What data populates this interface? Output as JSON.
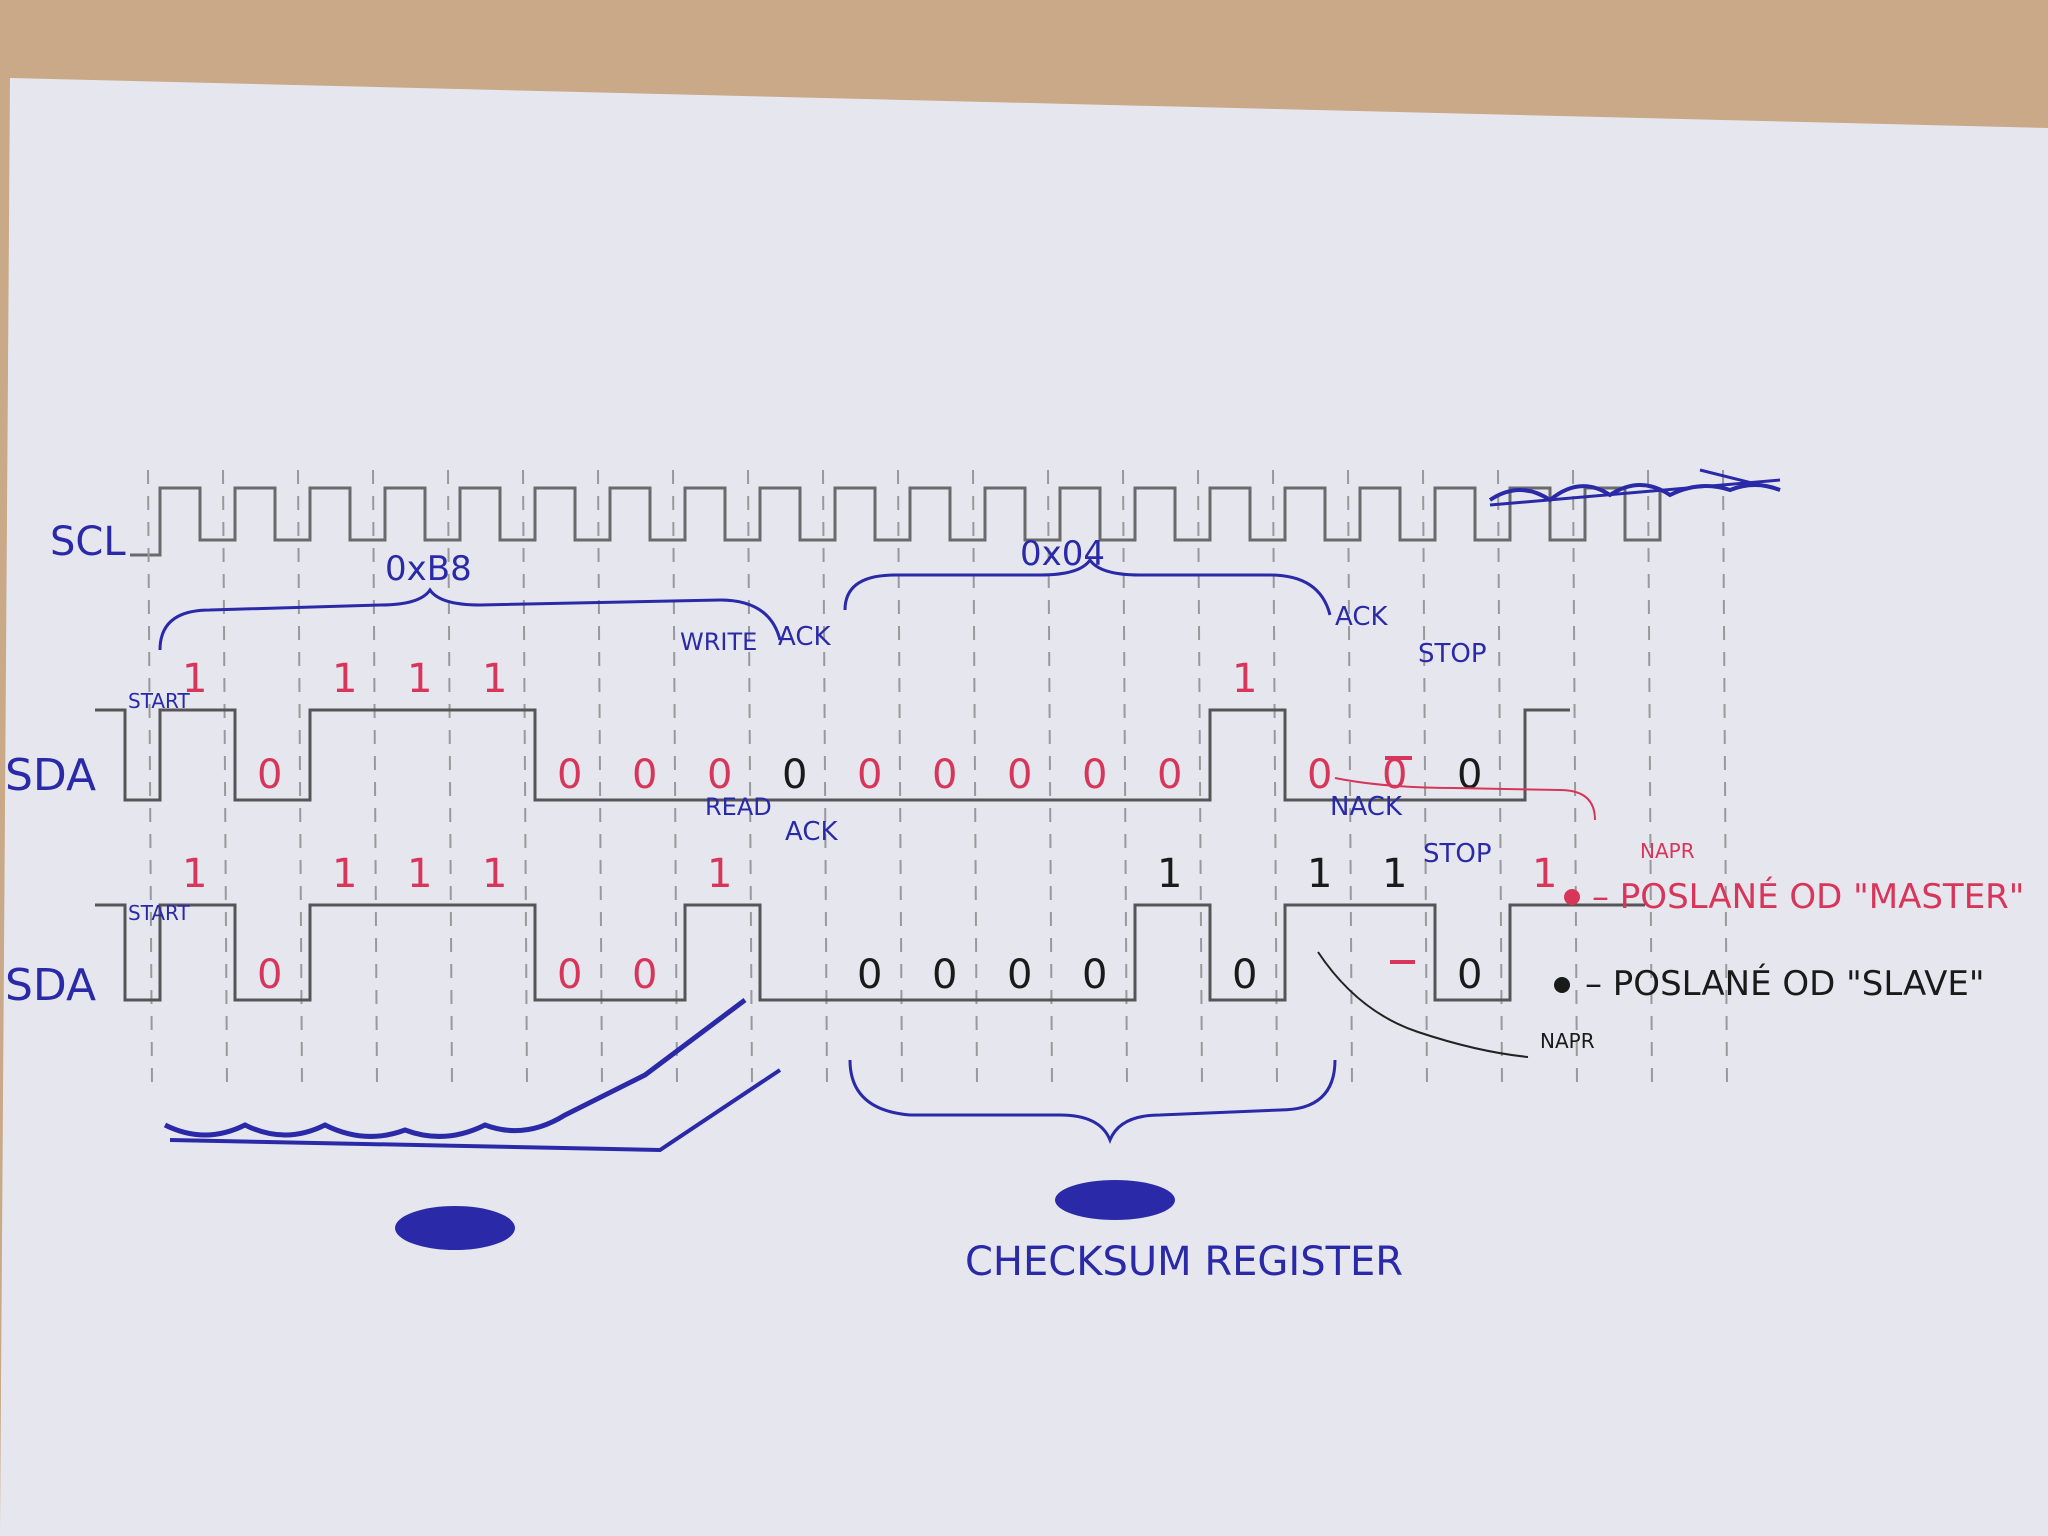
{
  "signals": {
    "scl": "SCL",
    "sda": "SDA"
  },
  "braces": {
    "address": "0xB8",
    "data": "0x04",
    "checksum": "CHECKSUM REGISTER"
  },
  "write_row": {
    "start": "START",
    "bits": [
      "1",
      "0",
      "1",
      "1",
      "1",
      "0",
      "0",
      "0"
    ],
    "rw": "WRITE",
    "ack1": "ACK",
    "ack1_bit": "0",
    "data_bits": [
      "0",
      "0",
      "0",
      "0",
      "0",
      "1",
      "0",
      "0"
    ],
    "ack2": "ACK",
    "ack2_bit": "0",
    "stop": "STOP"
  },
  "read_row": {
    "start": "START",
    "bits": [
      "1",
      "0",
      "1",
      "1",
      "1",
      "0",
      "0",
      "1"
    ],
    "rw": "READ",
    "ack1": "ACK",
    "data_bits": [
      "0",
      "0",
      "0",
      "0",
      "1",
      "0",
      "1",
      "1",
      "0"
    ],
    "nack": "NACK",
    "nack_bit": "1",
    "stop": "STOP"
  },
  "legend": {
    "example_label_1": "NAPR",
    "master": "– POSLANÉ OD \"MASTER\"",
    "slave": "– POSLANÉ OD \"SLAVE\"",
    "example_label_2": "NAPR"
  },
  "colors": {
    "master": "#d8355a",
    "slave": "#1a1a1a",
    "label": "#2a2aa8",
    "pencil": "#666666"
  }
}
